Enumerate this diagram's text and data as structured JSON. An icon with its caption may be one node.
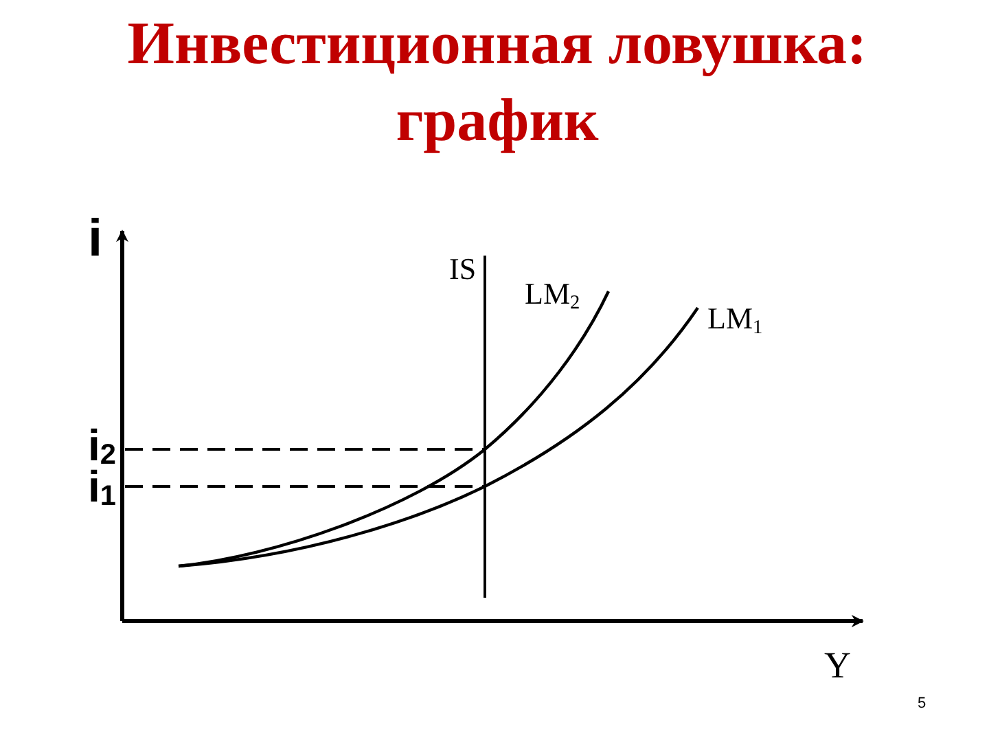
{
  "diagram": {
    "title": "Инвестиционная ловушка: график",
    "labels": [
      "i",
      "IS",
      "LM$_{2}$",
      "LM$_{1}$",
      "i$_{2}$",
      "i$_{1}$",
      "Y",
      "5"
    ]
  }
}
